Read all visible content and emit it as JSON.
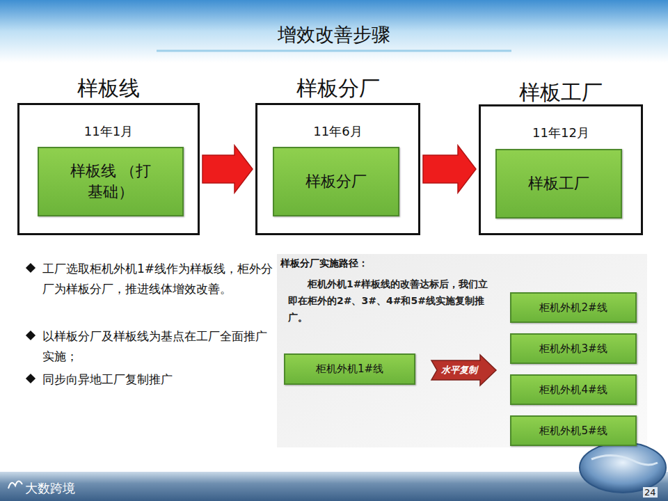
{
  "diagram": {
    "title": "增效改善步骤",
    "nodes": [
      {
        "text": [
          "样板线",
          "11年1月"
        ]
      },
      {
        "text": [
          "样板线 （打基础）"
        ],
        "in": 0
      },
      {
        "text": [
          "样板分厂",
          "11年6月"
        ]
      },
      {
        "text": [
          "样板分厂"
        ],
        "in": 2
      },
      {
        "text": [
          "样板工厂",
          "11年12月"
        ]
      },
      {
        "text": [
          "样板工厂"
        ],
        "in": 4
      },
      {
        "text": [
          "柜机外机1#线"
        ]
      },
      {
        "text": [
          "柜机外机2#线"
        ]
      },
      {
        "text": [
          "柜机外机3#线"
        ]
      },
      {
        "text": [
          "柜机外机4#线"
        ]
      },
      {
        "text": [
          "柜机外机5#线"
        ]
      }
    ],
    "edges": [
      {
        "from": 0,
        "to": 2,
        "arrow": "to"
      },
      {
        "from": 2,
        "to": 4,
        "arrow": "to"
      }
    ],
    "labels": [
      "工厂选取柜机外机1#线作为样板线，柜外分厂为样板分厂，推进线体增效改善。",
      "以样板分厂及样板线为基点在工厂全面推广实施；",
      "同步向异地工厂复制推广",
      "样板分厂实施路径：",
      "柜机外机1#样板线的改善达标后，我们立即在柜外的2#、3#、4#和5#线实施复制推广。",
      "水平复制",
      "大数跨境",
      "24"
    ]
  }
}
